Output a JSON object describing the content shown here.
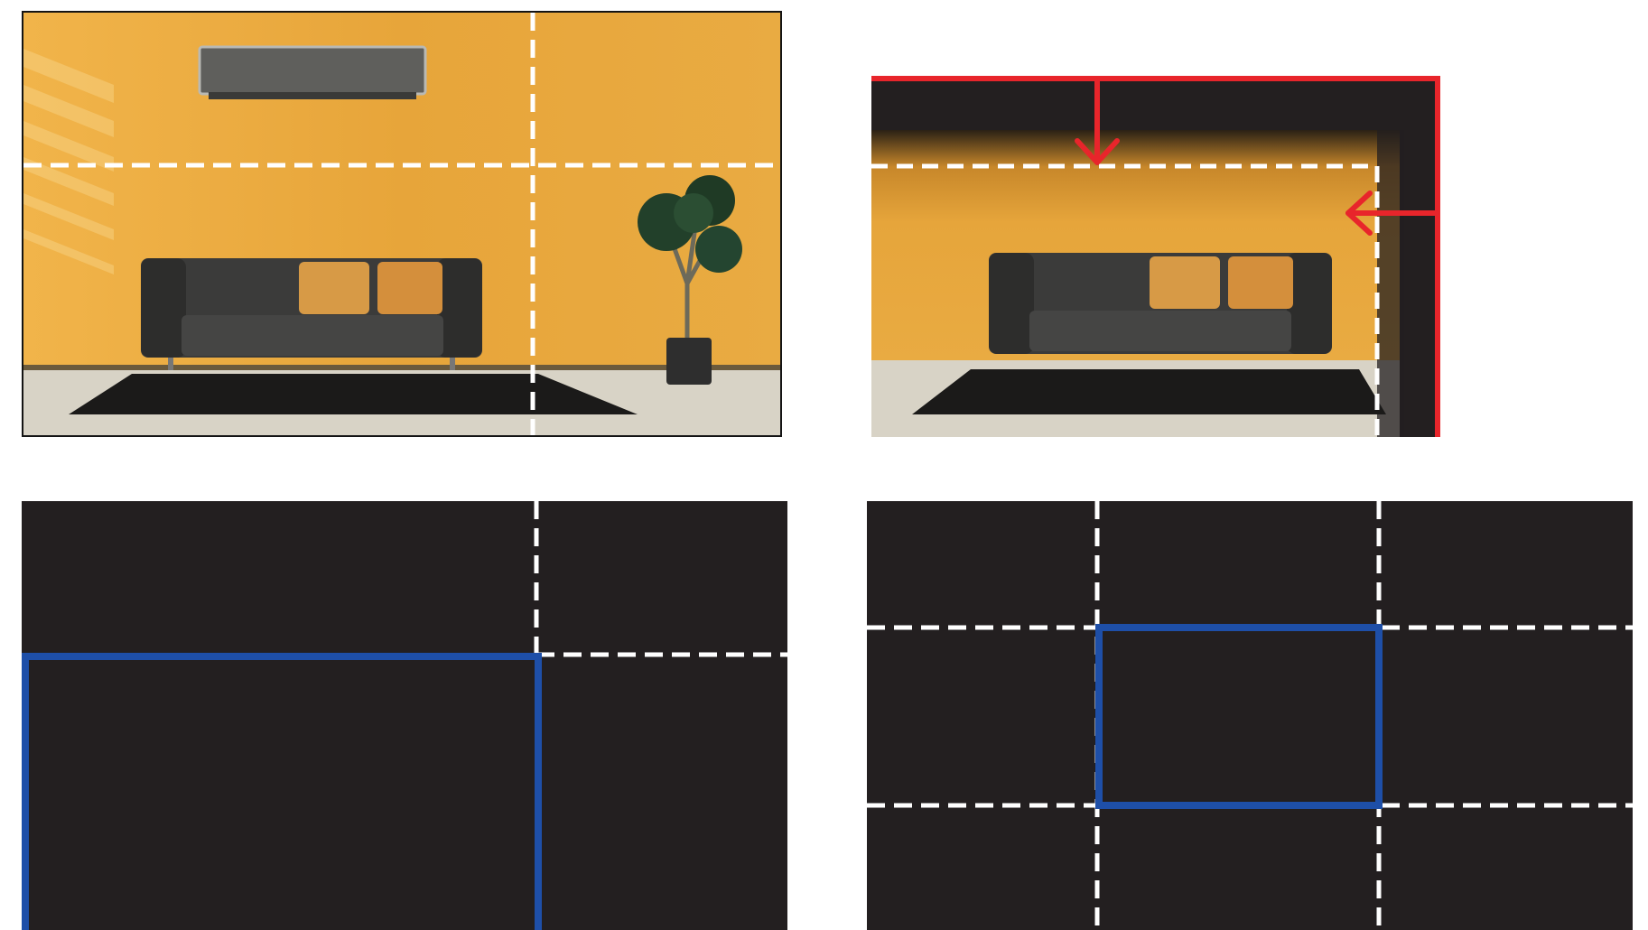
{
  "figure": {
    "colors": {
      "wall": "#e8a83a",
      "wall_light": "#f3c05a",
      "floor": "#d9d4c8",
      "rug": "#1c1b1a",
      "sofa": "#3b3b3b",
      "sofa_dark": "#2a2a2a",
      "pillow": "#d99a44",
      "plant": "#1f3a1f",
      "pot": "#2e2e2e",
      "ac_unit": "#5a5a58",
      "screen_black": "#231f20",
      "guide_dash": "#ffffff",
      "crop_frame": "#e8252b",
      "crop_arrow": "#e8252b",
      "selection_box": "#1e4fa8"
    },
    "panels": [
      {
        "name": "room-with-grid",
        "icons": [
          "air-conditioner-icon",
          "sofa-icon",
          "pillow-icon",
          "plant-icon",
          "rug-icon"
        ],
        "guides": "grid-2x2-dashed"
      },
      {
        "name": "room-cropped-with-frame",
        "icons": [
          "sofa-icon",
          "pillow-icon",
          "rug-icon",
          "arrow-down-icon",
          "arrow-left-icon"
        ],
        "guides": "crop-dashed"
      },
      {
        "name": "black-grid-bottom-left-selection",
        "icons": [],
        "guides": "grid-2x2-dashed"
      },
      {
        "name": "black-grid-center-selection",
        "icons": [],
        "guides": "grid-3x3-dashed"
      }
    ]
  }
}
